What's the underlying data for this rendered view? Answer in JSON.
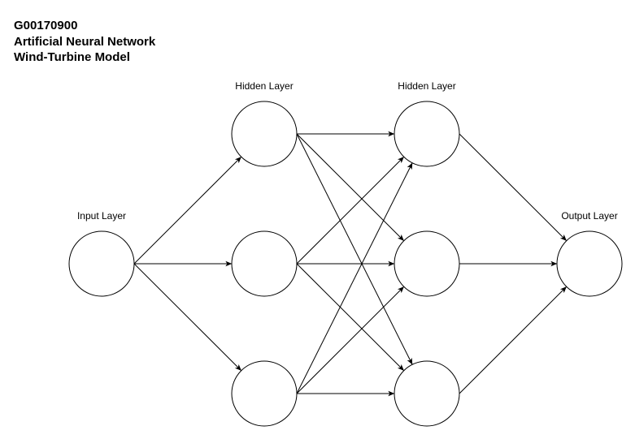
{
  "title": {
    "id": "G00170900",
    "line1": "Artificial Neural Network",
    "line2": "Wind-Turbine Model"
  },
  "layers": {
    "input": "Input Layer",
    "hidden1": "Hidden Layer",
    "hidden2": "Hidden Layer",
    "output": "Output Layer"
  },
  "colors": {
    "stroke": "#000000",
    "node_fill": "#ffffff",
    "background": "#ffffff"
  }
}
